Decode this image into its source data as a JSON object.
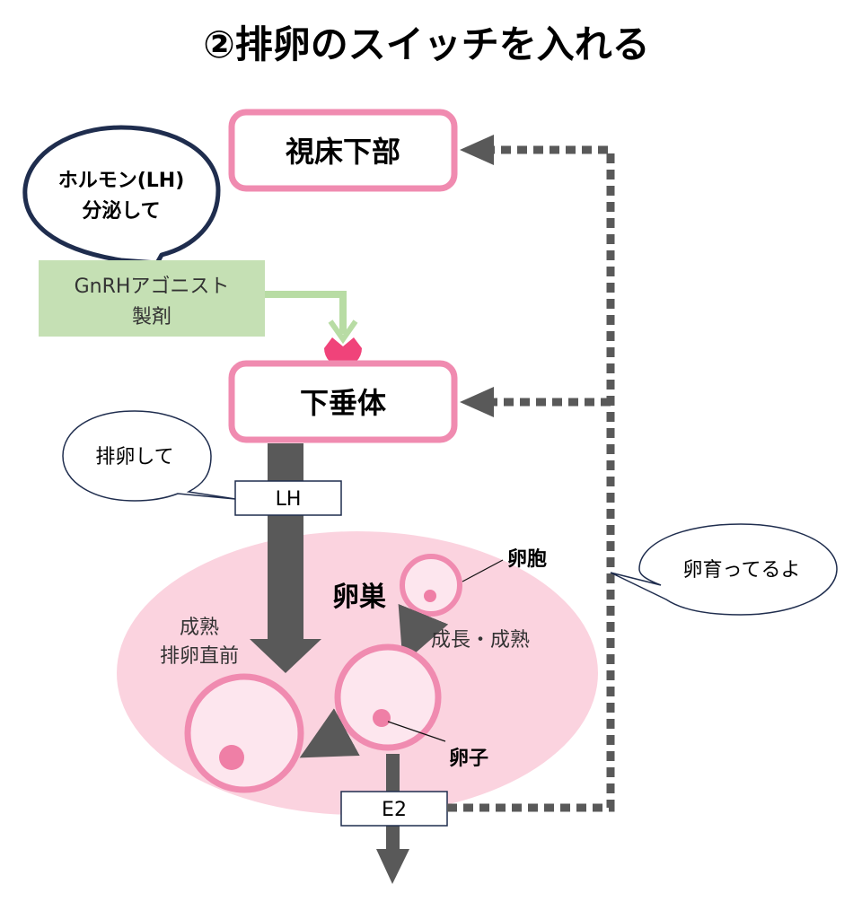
{
  "title": "②排卵のスイッチを入れる",
  "hypothalamus": "視床下部",
  "pituitary": "下垂体",
  "bubble_hormone": [
    "ホルモン(LH)",
    "分泌して"
  ],
  "agonist": [
    "GnRHアゴニスト",
    "製剤"
  ],
  "bubble_ovulate": "排卵して",
  "lh_label": "LH",
  "ovary_label": "卵巣",
  "follicle_label": "卵胞",
  "mature_label": [
    "成熟",
    "排卵直前"
  ],
  "growth_label": "成長・成熟",
  "egg_label": "卵子",
  "e2_label": "E2",
  "bubble_growing": "卵育ってるよ",
  "colors": {
    "pink_border": "#f08bb0",
    "ovary_fill": "#fbd3df",
    "follicle_fill": "#fde6ee",
    "egg": "#ef7fa6",
    "arrow_gray": "#595959",
    "agonist_fill": "#c5e0b4",
    "agonist_line": "#b8dca4",
    "receptor": "#f0437a",
    "bubble_dark": "#1f2d4e"
  }
}
